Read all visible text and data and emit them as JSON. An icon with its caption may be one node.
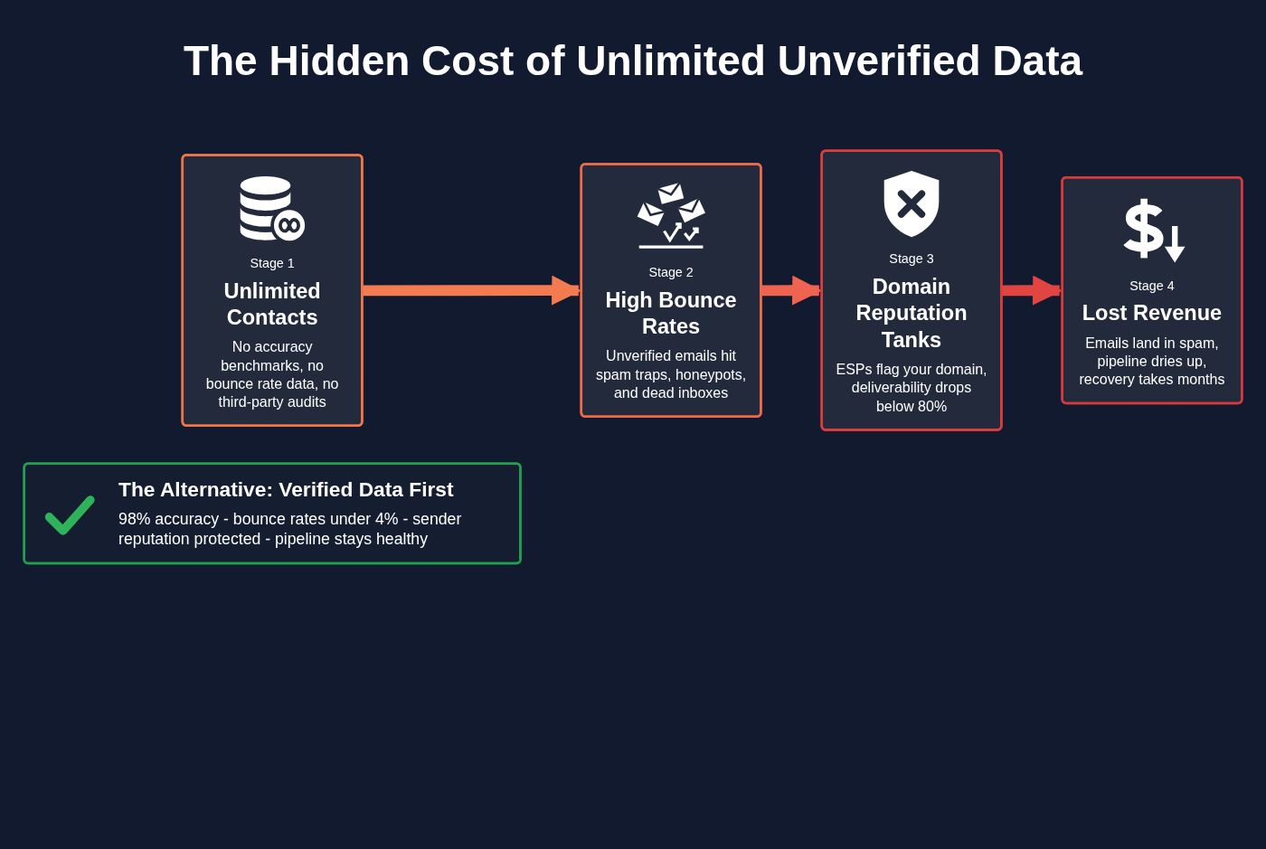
{
  "diagram": {
    "title": "The Hidden Cost of Unlimited Unverified Data",
    "nodes": [
      {
        "text": [
          "Stage 1",
          "Unlimited Contacts",
          "No accuracy benchmarks, no bounce rate data, no third-party audits"
        ]
      },
      {
        "text": [
          "Stage 2",
          "High Bounce Rates",
          "Unverified emails hit spam traps, honeypots, and dead inboxes"
        ]
      },
      {
        "text": [
          "Stage 3",
          "Domain Reputation Tanks",
          "ESPs flag your domain, deliverability drops below 80%"
        ]
      },
      {
        "text": [
          "Stage 4",
          "Lost Revenue",
          "Emails land in spam, pipeline dries up, recovery takes months"
        ]
      },
      {
        "text": [
          "The Alternative: Verified Data First",
          "98% accuracy - bounce rates under 4% - sender reputation protected - pipeline stays healthy"
        ]
      }
    ],
    "edges": [
      {
        "from": 0,
        "to": 1,
        "arrow": "to",
        "color": "#f47a50"
      },
      {
        "from": 1,
        "to": 2,
        "arrow": "to",
        "color": "#ef6450"
      },
      {
        "from": 2,
        "to": 3,
        "arrow": "to",
        "color": "#e04542"
      }
    ]
  }
}
